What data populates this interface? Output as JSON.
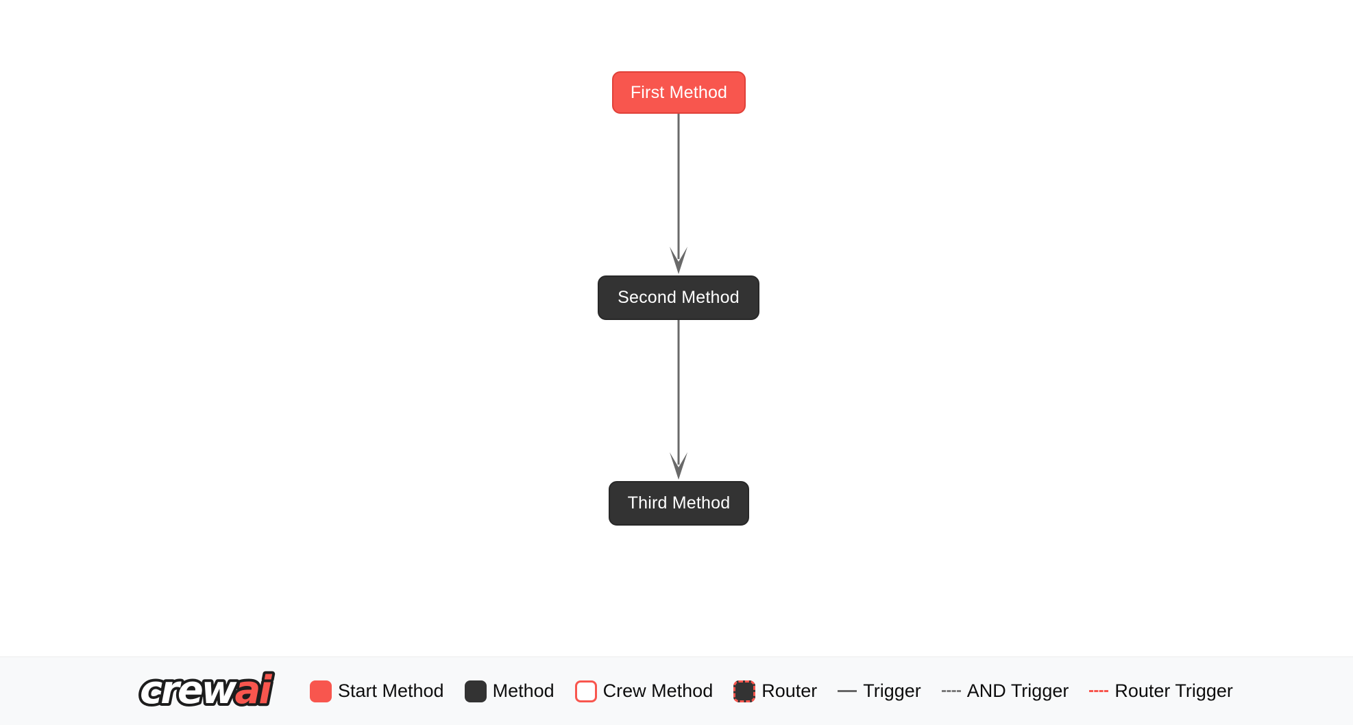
{
  "diagram": {
    "nodes": [
      {
        "id": "first_method",
        "label": "First Method",
        "type": "start-method"
      },
      {
        "id": "second_method",
        "label": "Second Method",
        "type": "method"
      },
      {
        "id": "third_method",
        "label": "Third Method",
        "type": "method"
      }
    ],
    "edges": [
      {
        "from": "first_method",
        "to": "second_method",
        "type": "trigger"
      },
      {
        "from": "second_method",
        "to": "third_method",
        "type": "trigger"
      }
    ]
  },
  "legend": {
    "logo": {
      "part1": "crew",
      "part2": "ai"
    },
    "items": [
      {
        "label": "Start Method",
        "swatch": "start-method"
      },
      {
        "label": "Method",
        "swatch": "method"
      },
      {
        "label": "Crew Method",
        "swatch": "crew-method"
      },
      {
        "label": "Router",
        "swatch": "router"
      },
      {
        "label": "Trigger",
        "swatch": "trigger-line"
      },
      {
        "label": "AND Trigger",
        "swatch": "and-trigger-line"
      },
      {
        "label": "Router Trigger",
        "swatch": "router-trigger-line"
      }
    ]
  },
  "colors": {
    "start_method_fill": "#f8564e",
    "start_method_border": "#e04038",
    "method_fill": "#333333",
    "edge_gray": "#696969",
    "legend_background": "#f8f9fa",
    "node_text": "#ffffff",
    "legend_text": "#0d0d0d"
  }
}
